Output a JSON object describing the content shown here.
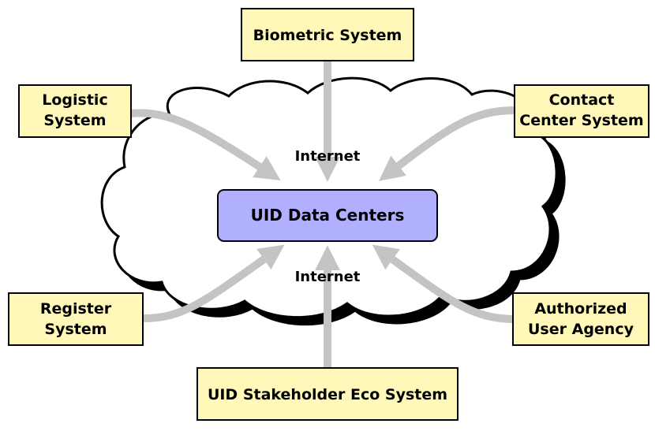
{
  "diagram": {
    "center": {
      "label": "UID Data Centers"
    },
    "cloud": {
      "labels": [
        "Internet",
        "Internet"
      ]
    },
    "nodes": [
      {
        "id": "biometric",
        "lines": [
          "Biometric System"
        ]
      },
      {
        "id": "logistic",
        "lines": [
          "Logistic",
          "System"
        ]
      },
      {
        "id": "contact",
        "lines": [
          "Contact",
          "Center System"
        ]
      },
      {
        "id": "register",
        "lines": [
          "Register",
          "System"
        ]
      },
      {
        "id": "authorized",
        "lines": [
          "Authorized",
          "User Agency"
        ]
      },
      {
        "id": "stakeholder",
        "lines": [
          "UID Stakeholder Eco System"
        ]
      }
    ]
  },
  "colors": {
    "box_fill": "#FFF8B8",
    "center_fill": "#B0B0FF",
    "arrow": "#C4C4C4",
    "stroke": "#000000",
    "cloud_fill": "#FFFFFF"
  }
}
